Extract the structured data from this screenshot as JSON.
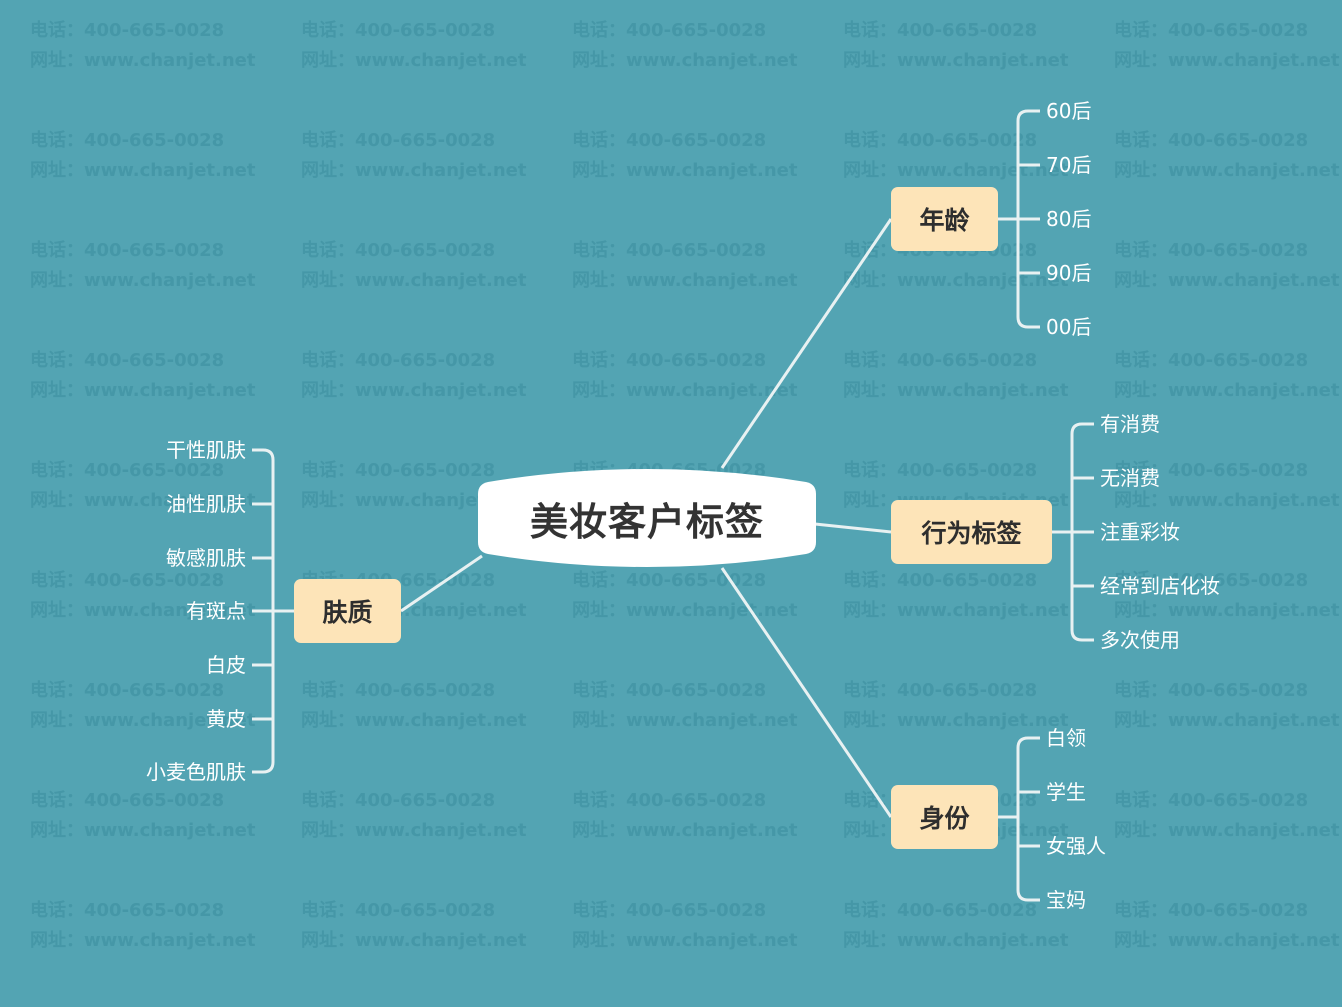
{
  "watermark": {
    "phone": "电话：400-665-0028",
    "site": "网址：www.chanjet.net"
  },
  "colors": {
    "background": "#53a4b3",
    "branch_fill": "#fde4b8",
    "root_fill": "#ffffff",
    "line": "#e8f1f2",
    "leaf_text": "#ffffff"
  },
  "root": {
    "label": "美妆客户标签"
  },
  "branches": {
    "age": {
      "label": "年龄",
      "children": [
        "60后",
        "70后",
        "80后",
        "90后",
        "00后"
      ]
    },
    "behavior": {
      "label": "行为标签",
      "children": [
        "有消费",
        "无消费",
        "注重彩妆",
        "经常到店化妆",
        "多次使用"
      ]
    },
    "identity": {
      "label": "身份",
      "children": [
        "白领",
        "学生",
        "女强人",
        "宝妈"
      ]
    },
    "skin": {
      "label": "肤质",
      "children": [
        "干性肌肤",
        "油性肌肤",
        "敏感肌肤",
        "有斑点",
        "白皮",
        "黄皮",
        "小麦色肌肤"
      ]
    }
  }
}
